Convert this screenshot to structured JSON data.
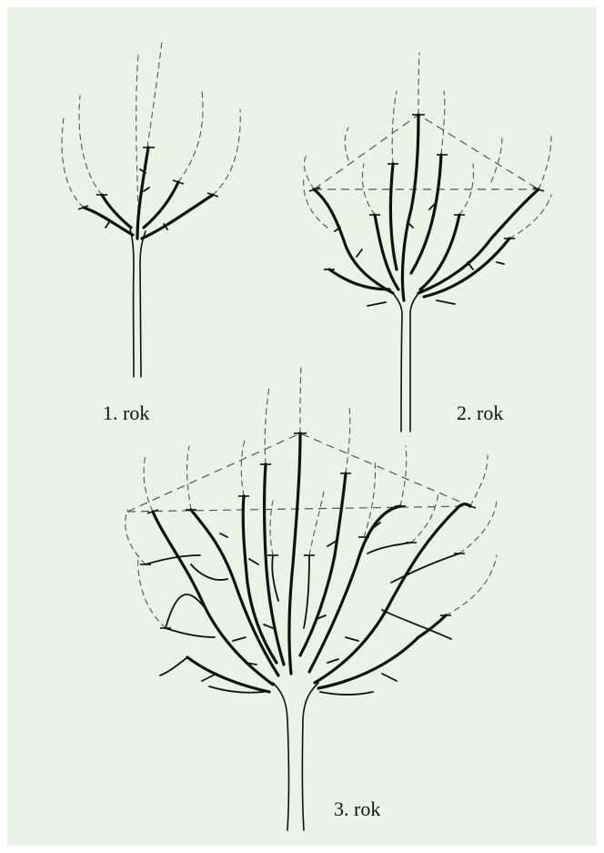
{
  "figure": {
    "background_color": "#e9f3e6",
    "stages": [
      {
        "label": "1. rok"
      },
      {
        "label": "2. rok"
      },
      {
        "label": "3. rok"
      }
    ]
  }
}
